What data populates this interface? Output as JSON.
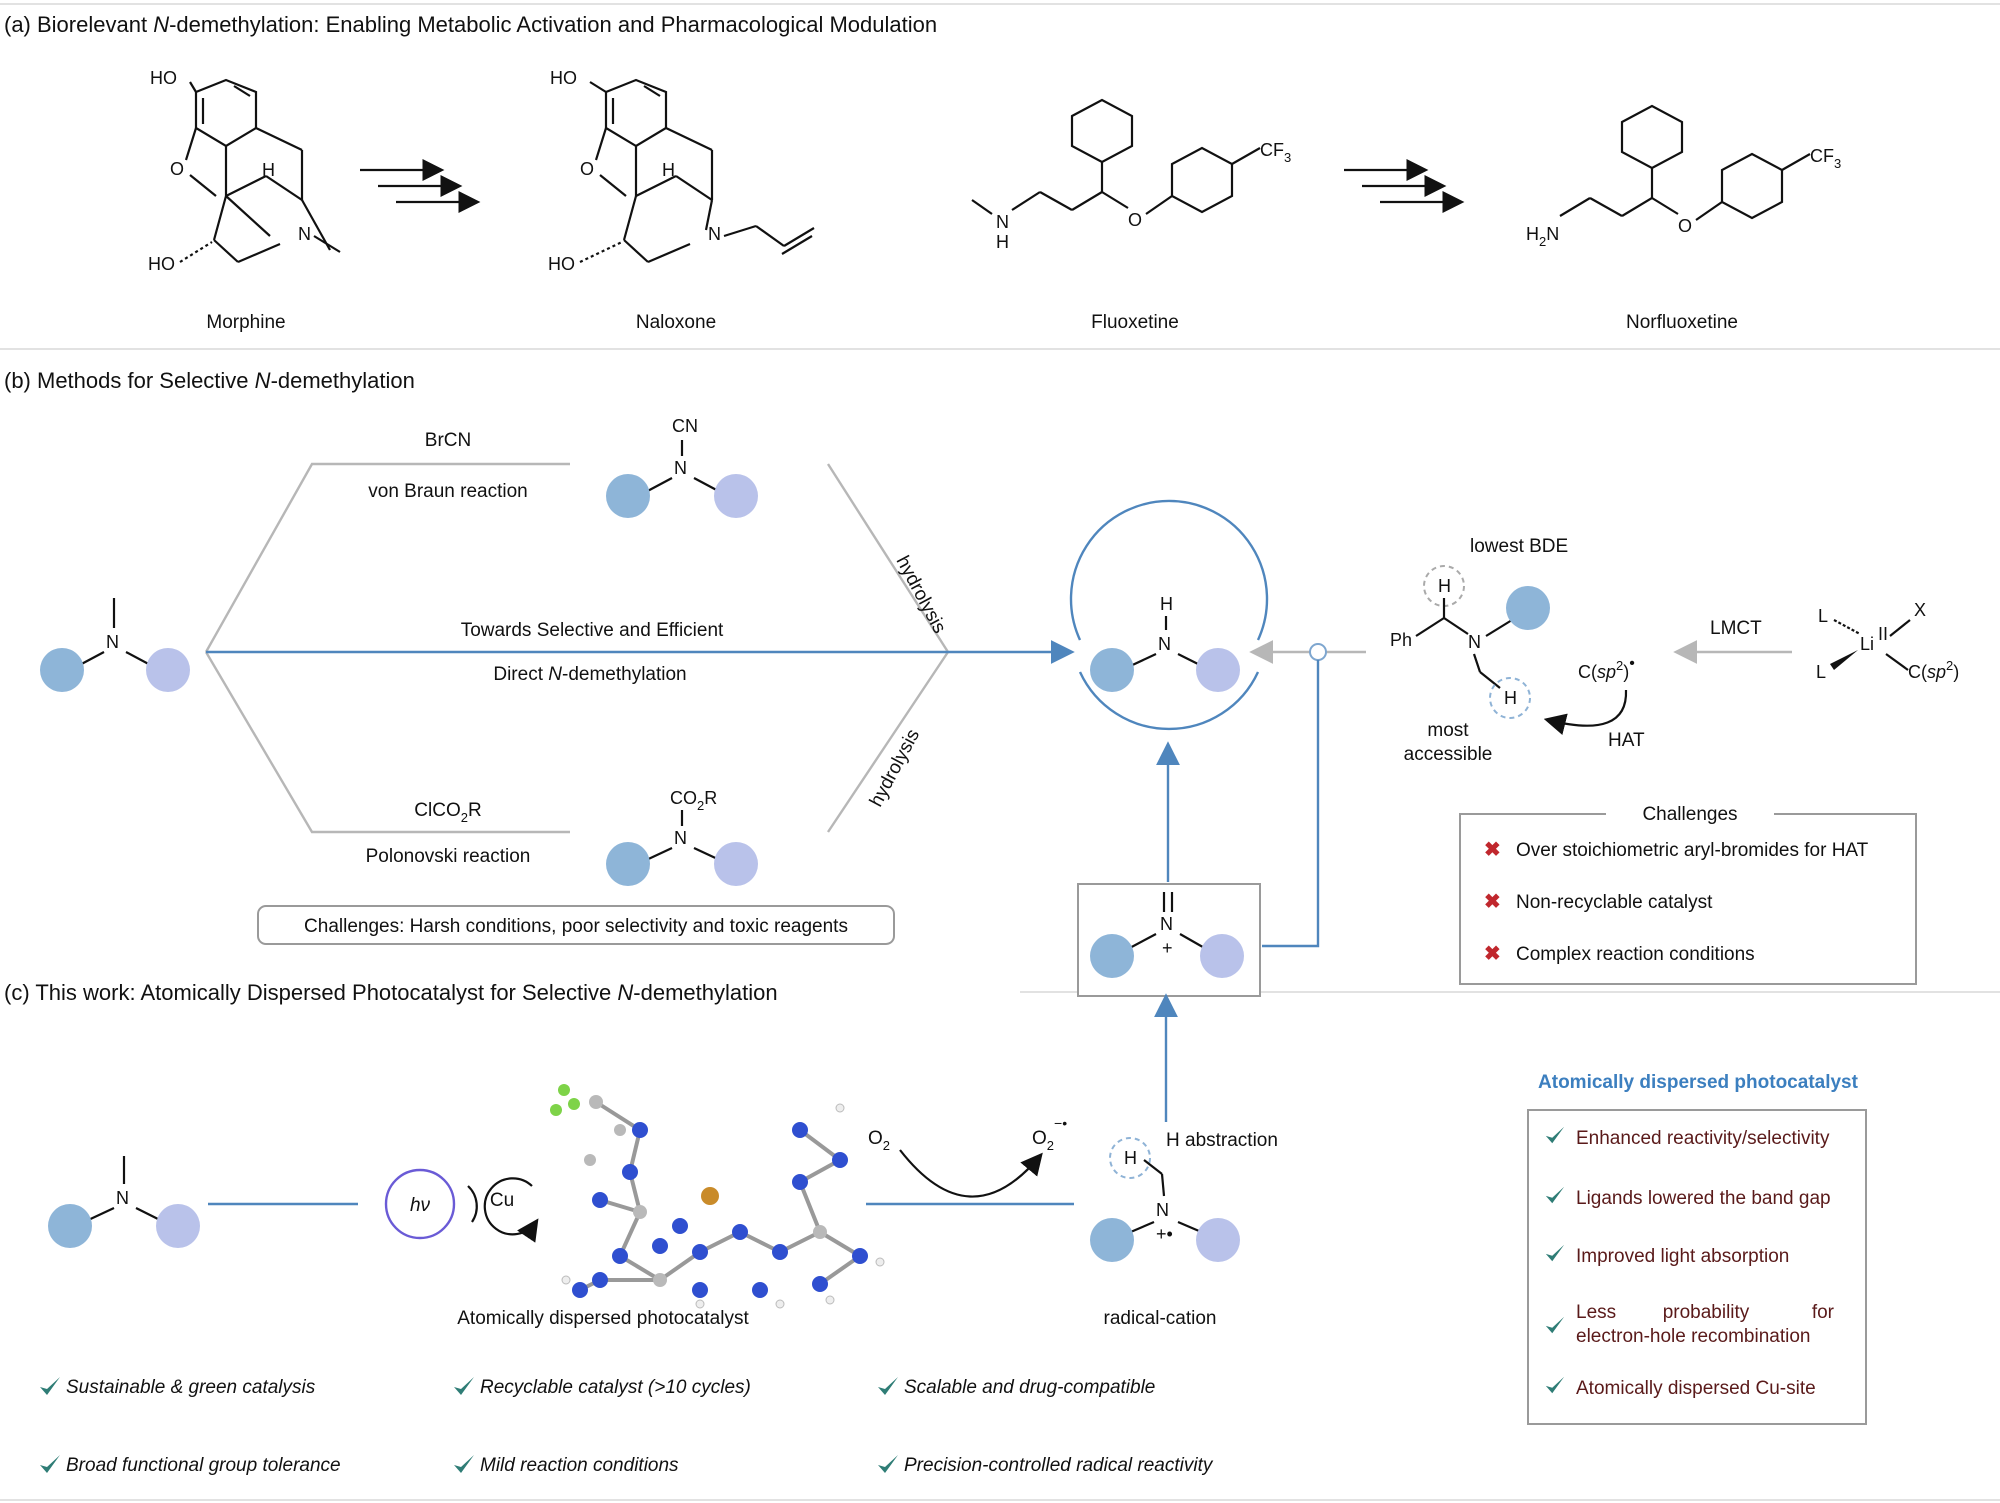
{
  "panel_a": {
    "title_prefix": "(a) Biorelevant ",
    "title_italic": "N",
    "title_suffix": "-demethylation: Enabling Metabolic Activation and Pharmacological Modulation",
    "compounds": [
      "Morphine",
      "Naloxone",
      "Fluoxetine",
      "Norfluoxetine"
    ]
  },
  "panel_b": {
    "title_prefix": "(b) Methods for Selective ",
    "title_italic": "N",
    "title_suffix": "-demethylation",
    "top_reagent": "BrCN",
    "top_reaction": "von Braun reaction",
    "top_group": "CN",
    "bottom_reagent": "ClCO",
    "bottom_reagent_sub": "2",
    "bottom_reagent_tail": "R",
    "bottom_reaction": "Polonovski reaction",
    "bottom_group": "CO",
    "bottom_group_sub": "2",
    "bottom_group_tail": "R",
    "hydrolysis": "hydrolysis",
    "center_line1": "Towards Selective and Efficient",
    "center_line2_prefix": "Direct ",
    "center_line2_italic": "N",
    "center_line2_suffix": "-demethylation",
    "challenges_box": "Challenges: Harsh conditions, poor selectivity and toxic reagents",
    "lowest_bde": "lowest BDE",
    "most_accessible": [
      "most",
      "accessible"
    ],
    "hat": "HAT",
    "lmct": "LMCT",
    "challenges_title": "Challenges",
    "challenges": [
      "Over stoichiometric aryl-bromides for HAT",
      "Non-recyclable catalyst",
      "Complex reaction conditions"
    ]
  },
  "panel_c": {
    "title_prefix": "(c) This work: Atomically Dispersed Photocatalyst for Selective ",
    "title_italic": "N",
    "title_suffix": "-demethylation",
    "hv": "hν",
    "cu": "Cu",
    "catalyst_label": "Atomically dispersed photocatalyst",
    "o2": "O",
    "o2_sub": "2",
    "h_abstraction": "H abstraction",
    "radical_cation": "radical-cation",
    "features": [
      "Sustainable & green catalysis",
      "Recyclable catalyst (>10 cycles)",
      "Scalable and drug-compatible",
      "Broad functional group tolerance",
      "Mild reaction conditions",
      "Precision-controlled radical reactivity"
    ],
    "side_title": "Atomically dispersed photocatalyst",
    "side_items": [
      "Enhanced reactivity/selectivity",
      "Ligands lowered the band gap",
      "Improved light absorption",
      "electron-hole recombination",
      "Atomically dispersed Cu-site"
    ],
    "side_item4_words": [
      "Less",
      "probability",
      "for"
    ]
  },
  "colors": {
    "accent": "#3c7fbf",
    "ball_dark": "#8eb5d8",
    "ball_light": "#b9c2ea",
    "check": "#2f7d76",
    "cross": "#c0272d"
  }
}
